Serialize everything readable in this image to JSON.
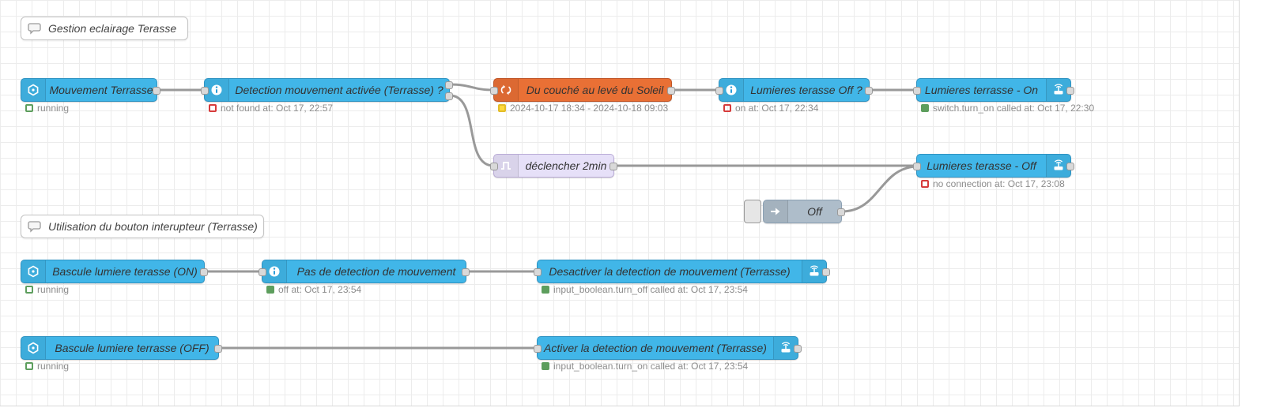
{
  "comments": [
    {
      "label": "Gestion eclairage Terasse"
    },
    {
      "label": "Utilisation du bouton interupteur (Terrasse)"
    }
  ],
  "nodes": {
    "mouvement_terrasse": {
      "label": "Mouvement Terrasse",
      "status": "running",
      "status_shape": "ring-green"
    },
    "detection_mouvement": {
      "label": "Detection mouvement activée (Terrasse) ?",
      "status": "not found at: Oct 17, 22:57",
      "status_shape": "ring-red"
    },
    "du_couche_leve_soleil": {
      "label": "Du couché au levé du Soleil",
      "status": "2024-10-17 18:34 - 2024-10-18 09:03",
      "status_shape": "dot-yellow"
    },
    "lumieres_terasse_off_q": {
      "label": "Lumieres terasse Off ?",
      "status": "on at: Oct 17, 22:34",
      "status_shape": "ring-red"
    },
    "lumieres_terrasse_on": {
      "label": "Lumieres terrasse - On",
      "status": "switch.turn_on called at: Oct 17, 22:30",
      "status_shape": "dot-green"
    },
    "declencher_2min": {
      "label": "déclencher 2min"
    },
    "lumieres_terasse_off": {
      "label": "Lumieres terasse - Off",
      "status": "no connection at: Oct 17, 23:08",
      "status_shape": "ring-red"
    },
    "off_inject": {
      "label": "Off"
    },
    "bascule_on": {
      "label": "Bascule lumiere terasse (ON)",
      "status": "running",
      "status_shape": "ring-green"
    },
    "pas_detection": {
      "label": "Pas de detection de mouvement",
      "status": "off at: Oct 17, 23:54",
      "status_shape": "dot-green"
    },
    "desactiver_detection": {
      "label": "Desactiver la detection de mouvement (Terrasse)",
      "status": "input_boolean.turn_off called at: Oct 17, 23:54",
      "status_shape": "dot-green"
    },
    "bascule_off": {
      "label": "Bascule lumiere terrasse (OFF)",
      "status": "running",
      "status_shape": "ring-green"
    },
    "activer_detection": {
      "label": "Activer la detection de mouvement (Terrasse)",
      "status": "input_boolean.turn_on called at: Oct 17, 23:54",
      "status_shape": "dot-green"
    }
  },
  "connections": [
    {
      "from": "Mouvement Terrasse",
      "to": "Detection mouvement activée (Terrasse) ?"
    },
    {
      "from": "Detection mouvement activée (Terrasse) ? (output 1)",
      "to": "Du couché au levé du Soleil"
    },
    {
      "from": "Detection mouvement activée (Terrasse) ? (output 2)",
      "to": "déclencher 2min"
    },
    {
      "from": "Du couché au levé du Soleil",
      "to": "Lumieres terasse Off ?"
    },
    {
      "from": "Lumieres terasse Off ?",
      "to": "Lumieres terrasse - On"
    },
    {
      "from": "déclencher 2min",
      "to": "Lumieres terasse - Off"
    },
    {
      "from": "Off",
      "to": "Lumieres terasse - Off"
    },
    {
      "from": "Bascule lumiere terasse (ON)",
      "to": "Pas de detection de mouvement"
    },
    {
      "from": "Pas de detection de mouvement",
      "to": "Desactiver la detection de mouvement (Terrasse)"
    },
    {
      "from": "Bascule lumiere terrasse (OFF)",
      "to": "Activer la detection de mouvement (Terrasse)"
    }
  ],
  "colors": {
    "ha_blue": "#41b6e8",
    "time_orange": "#e97035",
    "trigger_lavender": "#e6e0f8",
    "inject_gray": "#aebdca",
    "wire": "#999999",
    "status_green": "#5d9e5d",
    "status_red": "#d63b3b",
    "status_yellow": "#ffd93b"
  }
}
